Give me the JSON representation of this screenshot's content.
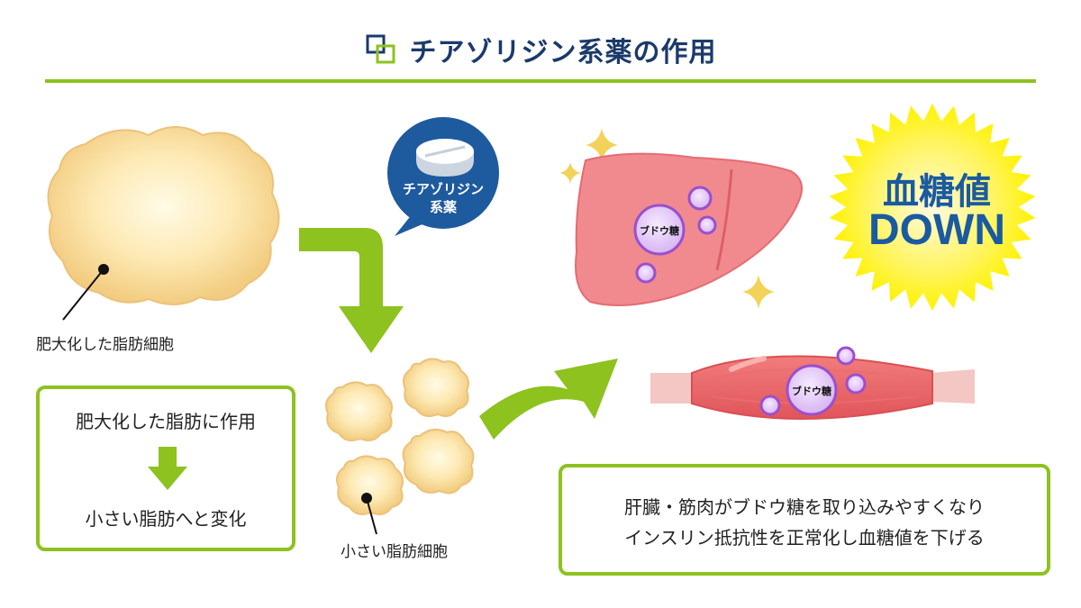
{
  "title": "チアゾリジン系薬の作用",
  "pill_label": {
    "line1": "チアゾリジン",
    "line2": "系薬"
  },
  "large_fat_cell_label": "肥大化した脂肪細胞",
  "small_fat_cell_label": "小さい脂肪細胞",
  "left_box": {
    "line1": "肥大化した脂肪に作用",
    "line2": "小さい脂肪へと変化"
  },
  "glucose_label": "ブドウ糖",
  "badge": {
    "line1": "血糖値",
    "line2": "DOWN"
  },
  "bottom_box": {
    "line1": "肝臓・筋肉がブドウ糖を取り込みやすくなり",
    "line2": "インスリン抵抗性を正常化し血糖値を下げる"
  },
  "colors": {
    "accent_green": "#8dc21f",
    "title_navy": "#1b3a6b",
    "pill_blue": "#1e5a9e",
    "badge_yellow": "#fff200",
    "badge_text": "#1a5aa0",
    "liver_pink": "#f08a8e",
    "glucose_purple": "#b065d8"
  },
  "icons": [
    "title-square-icon",
    "pill-icon",
    "sparkle-icon",
    "down-arrow-icon",
    "curved-arrow-icon"
  ]
}
